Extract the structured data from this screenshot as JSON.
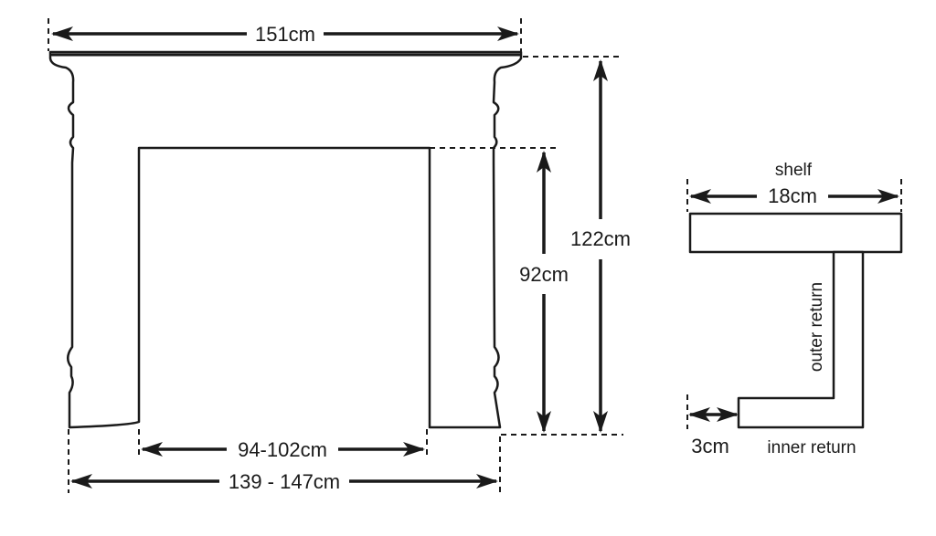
{
  "fireplace": {
    "overall_width": "151cm",
    "overall_height": "122cm",
    "opening_height": "92cm",
    "opening_width": "94-102cm",
    "footprint_width": "139 - 147cm"
  },
  "profile": {
    "shelf_label": "shelf",
    "shelf_depth": "18cm",
    "outer_return_label": "outer return",
    "inner_return_label": "inner return",
    "thickness": "3cm"
  },
  "colors": {
    "ink": "#1a1a1a",
    "background": "#ffffff"
  }
}
